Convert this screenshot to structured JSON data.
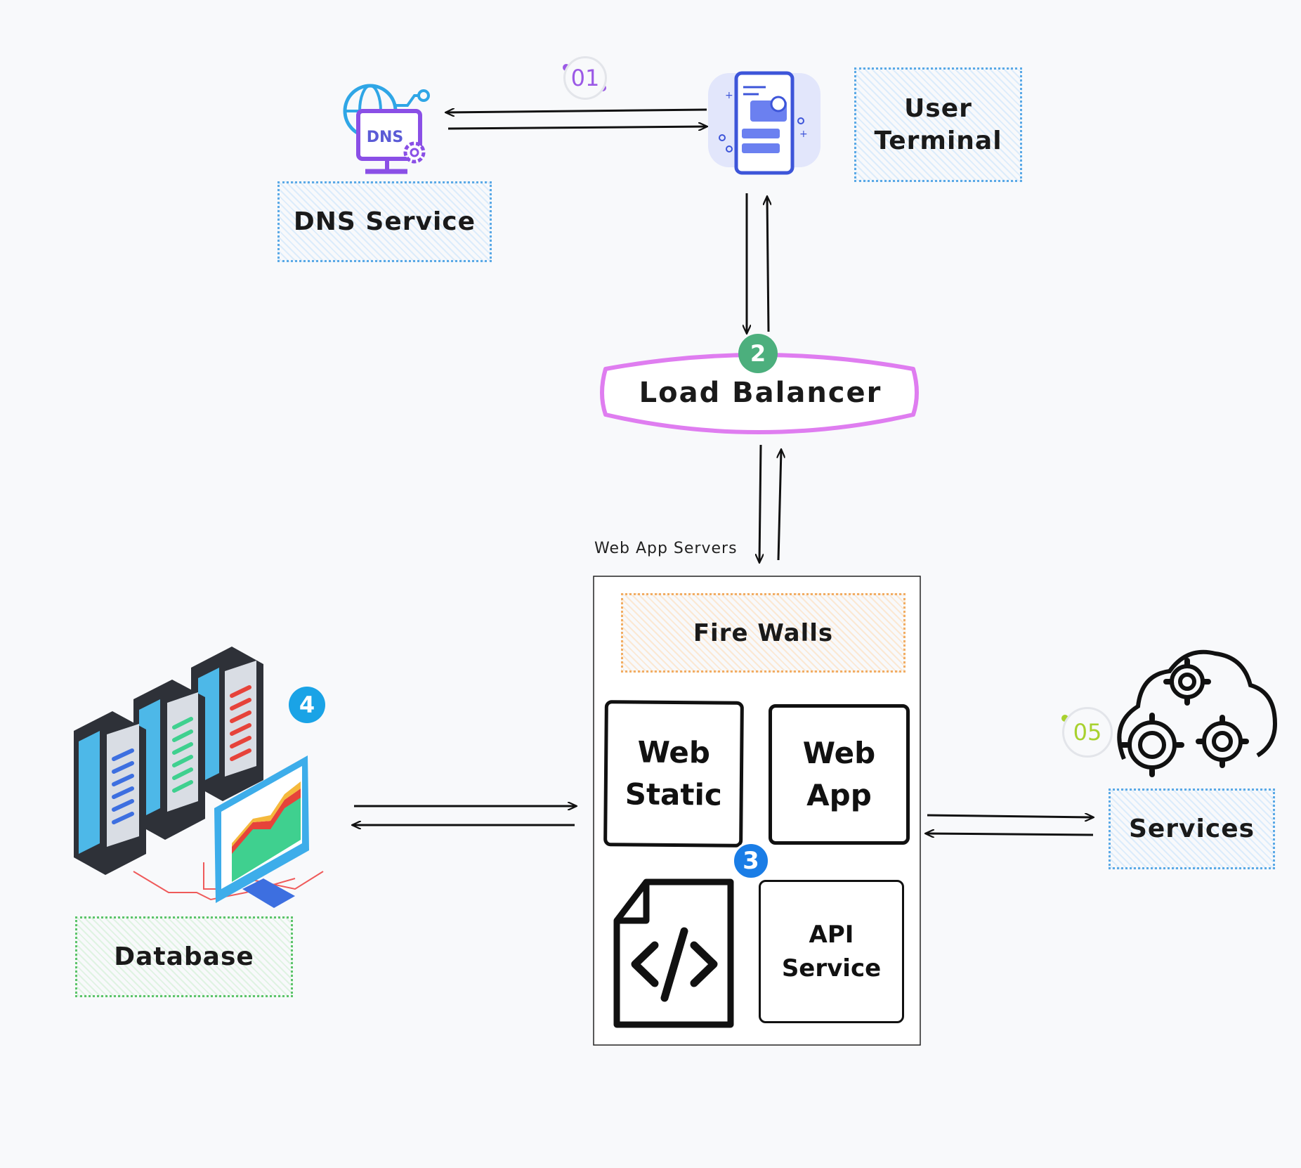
{
  "step_badges": {
    "one": "01",
    "two": "2",
    "three": "3",
    "four": "4",
    "five": "05"
  },
  "nodes": {
    "dns": {
      "label": "DNS Service",
      "icon": "dns-monitor-icon",
      "icon_text": "DNS"
    },
    "user": {
      "label": "User Terminal",
      "icon": "mobile-phone-icon"
    },
    "load_balancer": {
      "label": "Load Balancer"
    },
    "web_app_servers": {
      "title": "Web App Servers",
      "firewall": "Fire Walls",
      "web_static": "Web Static",
      "web_app": "Web App",
      "code_icon": "code-file-icon",
      "api_service": "API Service"
    },
    "database": {
      "label": "Database",
      "icon": "server-racks-icon"
    },
    "services": {
      "label": "Services",
      "icon": "cloud-gears-icon"
    }
  },
  "edges": [
    {
      "from": "User Terminal",
      "to": "DNS Service"
    },
    {
      "from": "DNS Service",
      "to": "User Terminal"
    },
    {
      "from": "User Terminal",
      "to": "Load Balancer"
    },
    {
      "from": "Load Balancer",
      "to": "User Terminal"
    },
    {
      "from": "Load Balancer",
      "to": "Web App Servers"
    },
    {
      "from": "Web App Servers",
      "to": "Load Balancer"
    },
    {
      "from": "Database",
      "to": "Web App Servers"
    },
    {
      "from": "Web App Servers",
      "to": "Database"
    },
    {
      "from": "Web App Servers",
      "to": "Services"
    },
    {
      "from": "Services",
      "to": "Web App Servers"
    }
  ],
  "colors": {
    "background": "#f8f9fb",
    "load_balancer_stroke": "#df7df0",
    "badge_two": "#4caf7d",
    "badge_three": "#1a7de6",
    "badge_four": "#1aa3e6",
    "badge_one_text": "#9b59e6",
    "badge_five_text": "#a8d12e"
  }
}
